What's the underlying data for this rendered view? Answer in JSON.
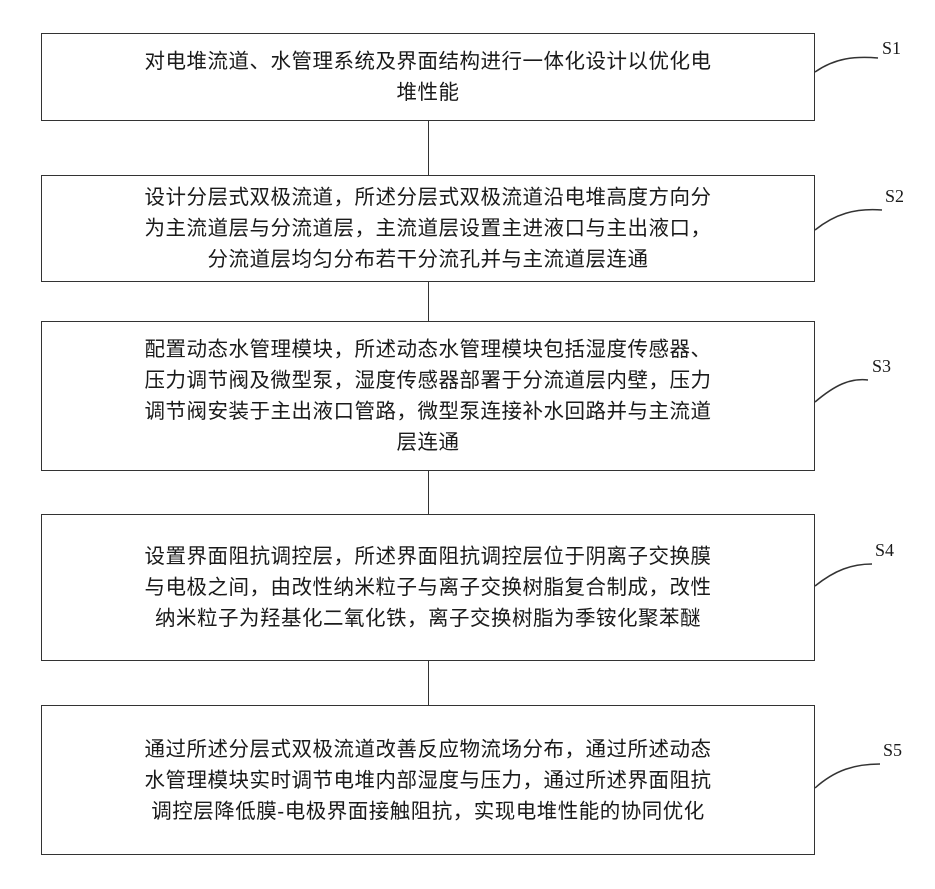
{
  "steps": [
    {
      "label": "S1",
      "text": "对电堆流道、水管理系统及界面结构进行一体化设计以优化电\n堆性能"
    },
    {
      "label": "S2",
      "text": "设计分层式双极流道，所述分层式双极流道沿电堆高度方向分\n为主流道层与分流道层，主流道层设置主进液口与主出液口，\n分流道层均匀分布若干分流孔并与主流道层连通"
    },
    {
      "label": "S3",
      "text": "配置动态水管理模块，所述动态水管理模块包括湿度传感器、\n压力调节阀及微型泵，湿度传感器部署于分流道层内壁，压力\n调节阀安装于主出液口管路，微型泵连接补水回路并与主流道\n层连通"
    },
    {
      "label": "S4",
      "text": "设置界面阻抗调控层，所述界面阻抗调控层位于阴离子交换膜\n与电极之间，由改性纳米粒子与离子交换树脂复合制成，改性\n纳米粒子为羟基化二氧化铁，离子交换树脂为季铵化聚苯醚"
    },
    {
      "label": "S5",
      "text": "通过所述分层式双极流道改善反应物流场分布，通过所述动态\n水管理模块实时调节电堆内部湿度与压力，通过所述界面阻抗\n调控层降低膜-电极界面接触阻抗，实现电堆性能的协同优化"
    }
  ]
}
